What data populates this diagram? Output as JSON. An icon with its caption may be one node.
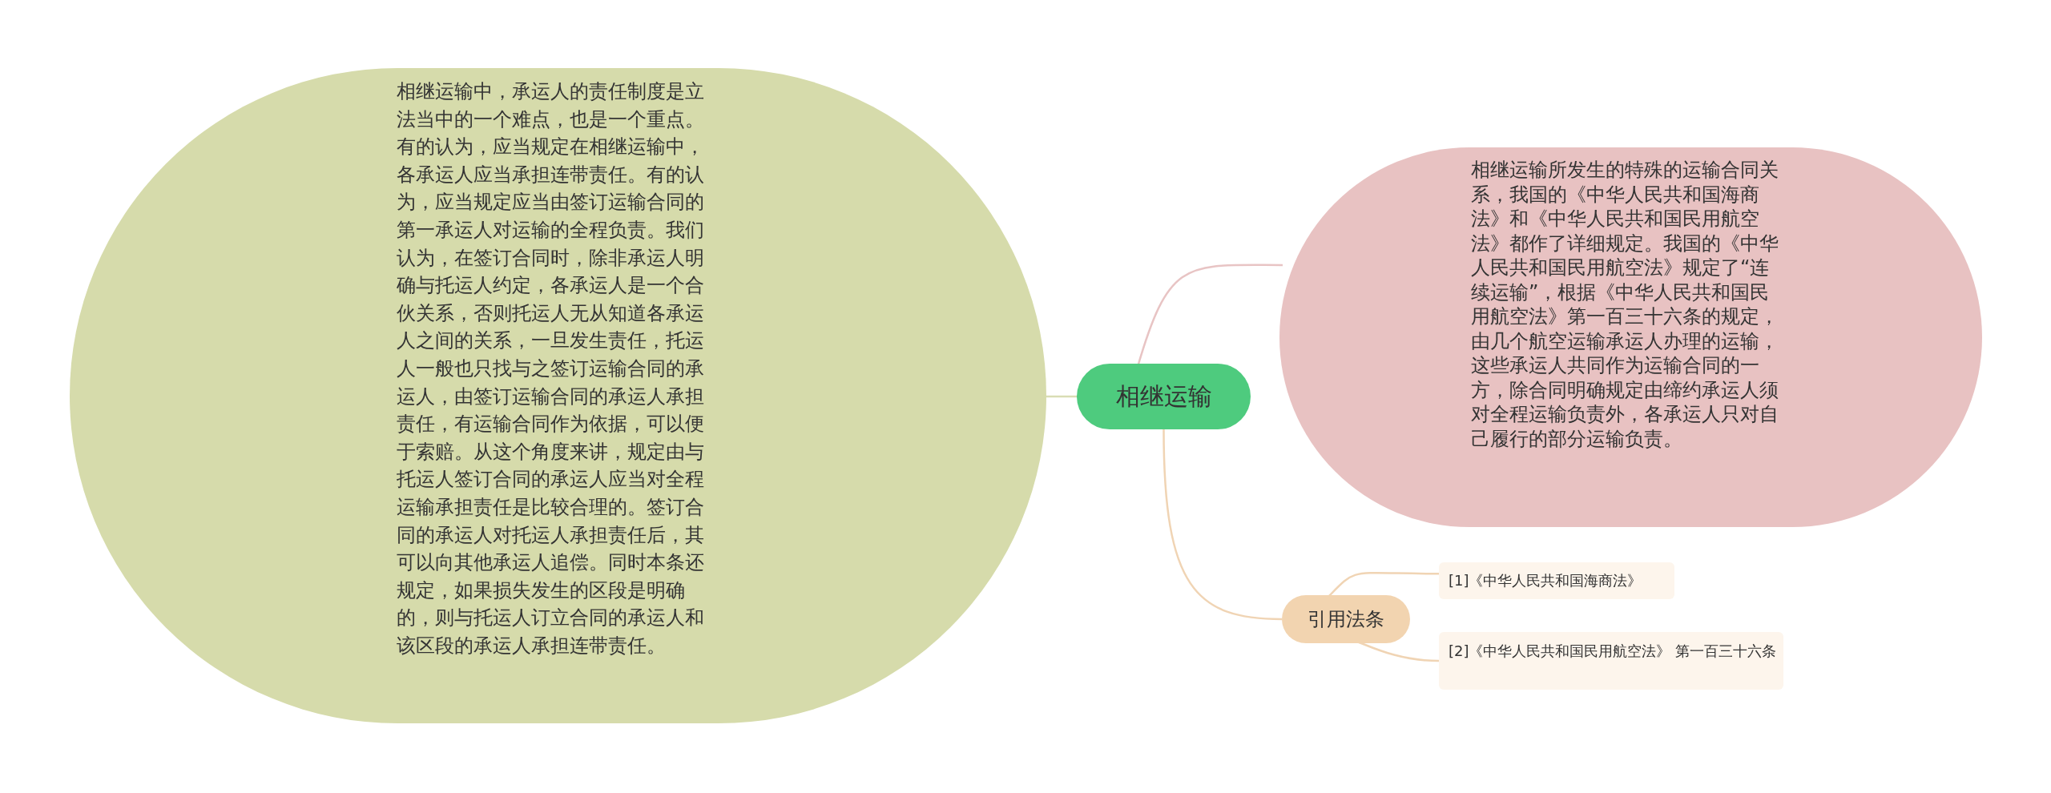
{
  "diagram": {
    "nodes": [
      {
        "text": [
          "相继运输"
        ]
      },
      {
        "text": [
          "相继运输中，承运人的责任制度是立法当中的一个难点，也是一个重点。有的认为，应当规定在相继运输中，各承运人应当承担连带责任。有的认为，应当规定应当由签订运输合同的第一承运人对运输的全程负责。我们认为，在签订合同时，除非承运人明确与托运人约定，各承运人是一个合伙关系，否则托运人无从知道各承运人之间的关系，一旦发生责任，托运人一般也只找与之签订运输合同的承运人，由签订运输合同的承运人承担责任，有运输合同作为依据，可以便于索赔。从这个角度来讲，规定由与托运人签订合同的承运人应当对全程运输承担责任是比较合理的。签订合同的承运人对托运人承担责任后，其可以向其他承运人追偿。同时本条还规定，如果损失发生的区段是明确的，则与托运人订立合同的承运人和该区段的承运人承担连带责任。"
        ]
      },
      {
        "text": [
          "相继运输所发生的特殊的运输合同关系，我国的《中华人民共和国海商法》和《中华人民共和国民用航空法》都作了详细规定。我国的《中华人民共和国民用航空法》规定了“连续运输”，根据《中华人民共和国民用航空法》第一百三十六条的规定，由几个航空运输承运人办理的运输，这些承运人共同作为运输合同的一方，除合同明确规定由缔约承运人须对全程运输负责外，各承运人只对自己履行的部分运输负责。"
        ]
      },
      {
        "text": [
          "引用法条"
        ]
      },
      {
        "text": [
          "[1]《中华人民共和国海商法》"
        ]
      },
      {
        "text": [
          "[2]《中华人民共和国民用航空法》 第一百三十六条"
        ]
      }
    ],
    "edges": [
      {
        "from": 0,
        "to": 1,
        "arrow": "none",
        "color": "#d9ddb5"
      },
      {
        "from": 0,
        "to": 2,
        "arrow": "none",
        "color": "#e8c4c4"
      },
      {
        "from": 0,
        "to": 3,
        "arrow": "none",
        "color": "#f0d4b4"
      },
      {
        "from": 3,
        "to": 4,
        "arrow": "none",
        "color": "#f0d4b4"
      },
      {
        "from": 3,
        "to": 5,
        "arrow": "none",
        "color": "#f0d4b4"
      }
    ]
  }
}
